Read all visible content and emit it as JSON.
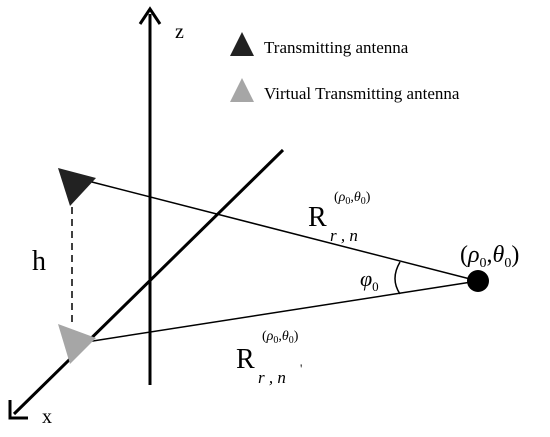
{
  "legend": {
    "transmitting": "Transmitting antenna",
    "virtual": "Virtual Transmitting antenna"
  },
  "axes": {
    "z": "z",
    "x": "x"
  },
  "height_label": "h",
  "angle_label": {
    "main": "φ",
    "sub": "0"
  },
  "point_label": {
    "open": "(",
    "rho": "ρ",
    "rho_sub": "0",
    "comma": ",",
    "theta": "θ",
    "theta_sub": "0",
    "close": ")"
  },
  "range_upper": {
    "main": "R",
    "sub": "r , n",
    "sup_open": "(",
    "sup_rho": "ρ",
    "sup_rho_sub": "0",
    "sup_comma": ",",
    "sup_theta": "θ",
    "sup_theta_sub": "0",
    "sup_close": ")"
  },
  "range_lower": {
    "main": "R",
    "sub": "r , n",
    "prime": "'",
    "sup_open": "(",
    "sup_rho": "ρ",
    "sup_rho_sub": "0",
    "sup_comma": ",",
    "sup_theta": "θ",
    "sup_theta_sub": "0",
    "sup_close": ")"
  },
  "colors": {
    "line": "#000000",
    "transmitter": "#222222",
    "virtual_transmitter": "#a6a6a6",
    "target_point": "#000000"
  }
}
